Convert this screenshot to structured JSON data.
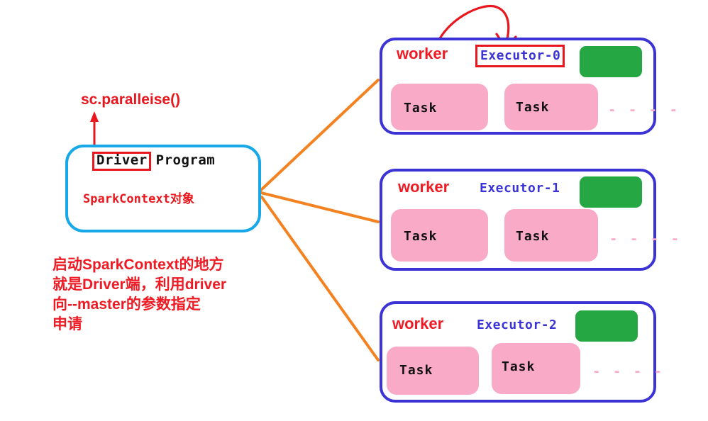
{
  "diagram": {
    "title": "Spark Driver / Worker / Executor architecture",
    "colors": {
      "driver_border": "#16a8e8",
      "worker_border": "#3b33d6",
      "task_fill": "#f9aac6",
      "green_fill": "#25a844",
      "annotation_red": "#ee1b24",
      "connector_orange": "#f58220",
      "executor_blue": "#3b33d6"
    }
  },
  "driver": {
    "title_boxed": "Driver",
    "title_plain": "Program",
    "sparkcontext_label": "SparkContext对象",
    "api_call_label": "sc.paralleise()",
    "note": "启动SparkContext的地方\n就是Driver端，利用driver\n向--master的参数指定\n申请"
  },
  "workers": [
    {
      "worker_label": "worker",
      "executor_label": "Executor-0",
      "executor_highlighted": true,
      "tasks": [
        {
          "label": "Task",
          "annotated": true
        },
        {
          "label": "Task",
          "annotated": true
        }
      ],
      "dots": "- - - -",
      "has_green_block": true
    },
    {
      "worker_label": "worker",
      "executor_label": "Executor-1",
      "executor_highlighted": false,
      "tasks": [
        {
          "label": "Task",
          "annotated": false
        },
        {
          "label": "Task",
          "annotated": false
        }
      ],
      "dots": "- - - -",
      "has_green_block": true
    },
    {
      "worker_label": "worker",
      "executor_label": "Executor-2",
      "executor_highlighted": false,
      "tasks": [
        {
          "label": "Task",
          "annotated": false
        },
        {
          "label": "Task",
          "annotated": false
        }
      ],
      "dots": "- - - -",
      "has_green_block": true
    }
  ]
}
